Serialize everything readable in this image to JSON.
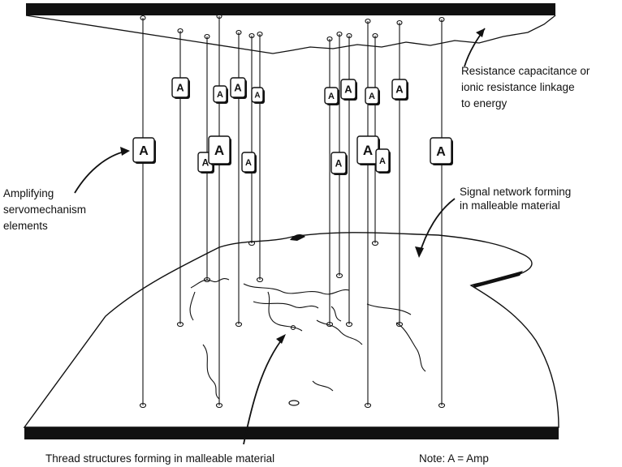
{
  "labels": {
    "resistance": [
      "Resistance capacitance or",
      "ionic resistance linkage",
      "to energy"
    ],
    "amplifying": [
      "Amplifying",
      "servomechanism",
      "elements"
    ],
    "signal_network": [
      "Signal network forming",
      "in malleable material"
    ],
    "thread_structures": "Thread structures forming in malleable material",
    "note": "Note:  A = Amp"
  },
  "amp_letter": "A",
  "colors": {
    "ink": "#111111",
    "background": "#ffffff"
  }
}
